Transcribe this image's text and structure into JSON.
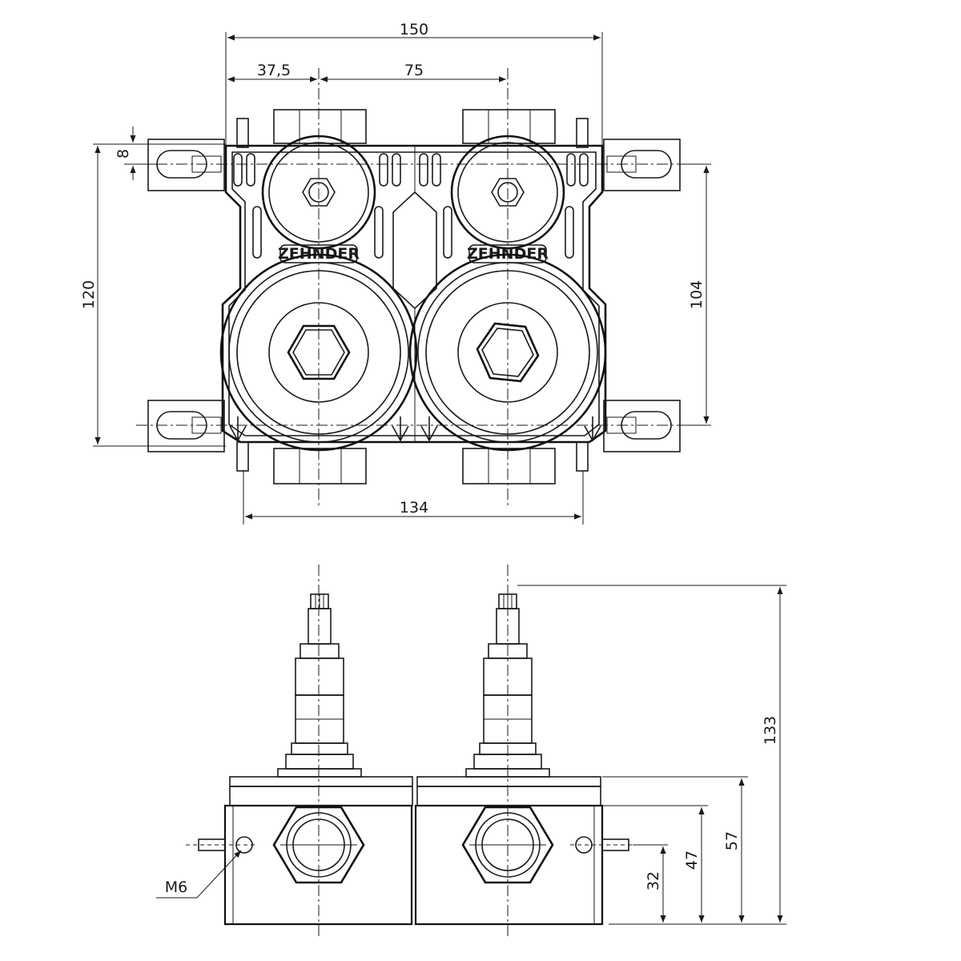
{
  "top_view": {
    "dim_overall_width": "150",
    "dim_left_offset": "37,5",
    "dim_center_spacing": "75",
    "dim_bottom_width": "134",
    "dim_height_overall": "120",
    "dim_slot_height": "104",
    "dim_slot_offset": "8",
    "brand_mark": "ZEHNDER"
  },
  "side_view": {
    "dim_total_height": "133",
    "dim_body_height": "57",
    "dim_port_height": "47",
    "dim_screw_height": "32",
    "thread_label": "M6"
  }
}
